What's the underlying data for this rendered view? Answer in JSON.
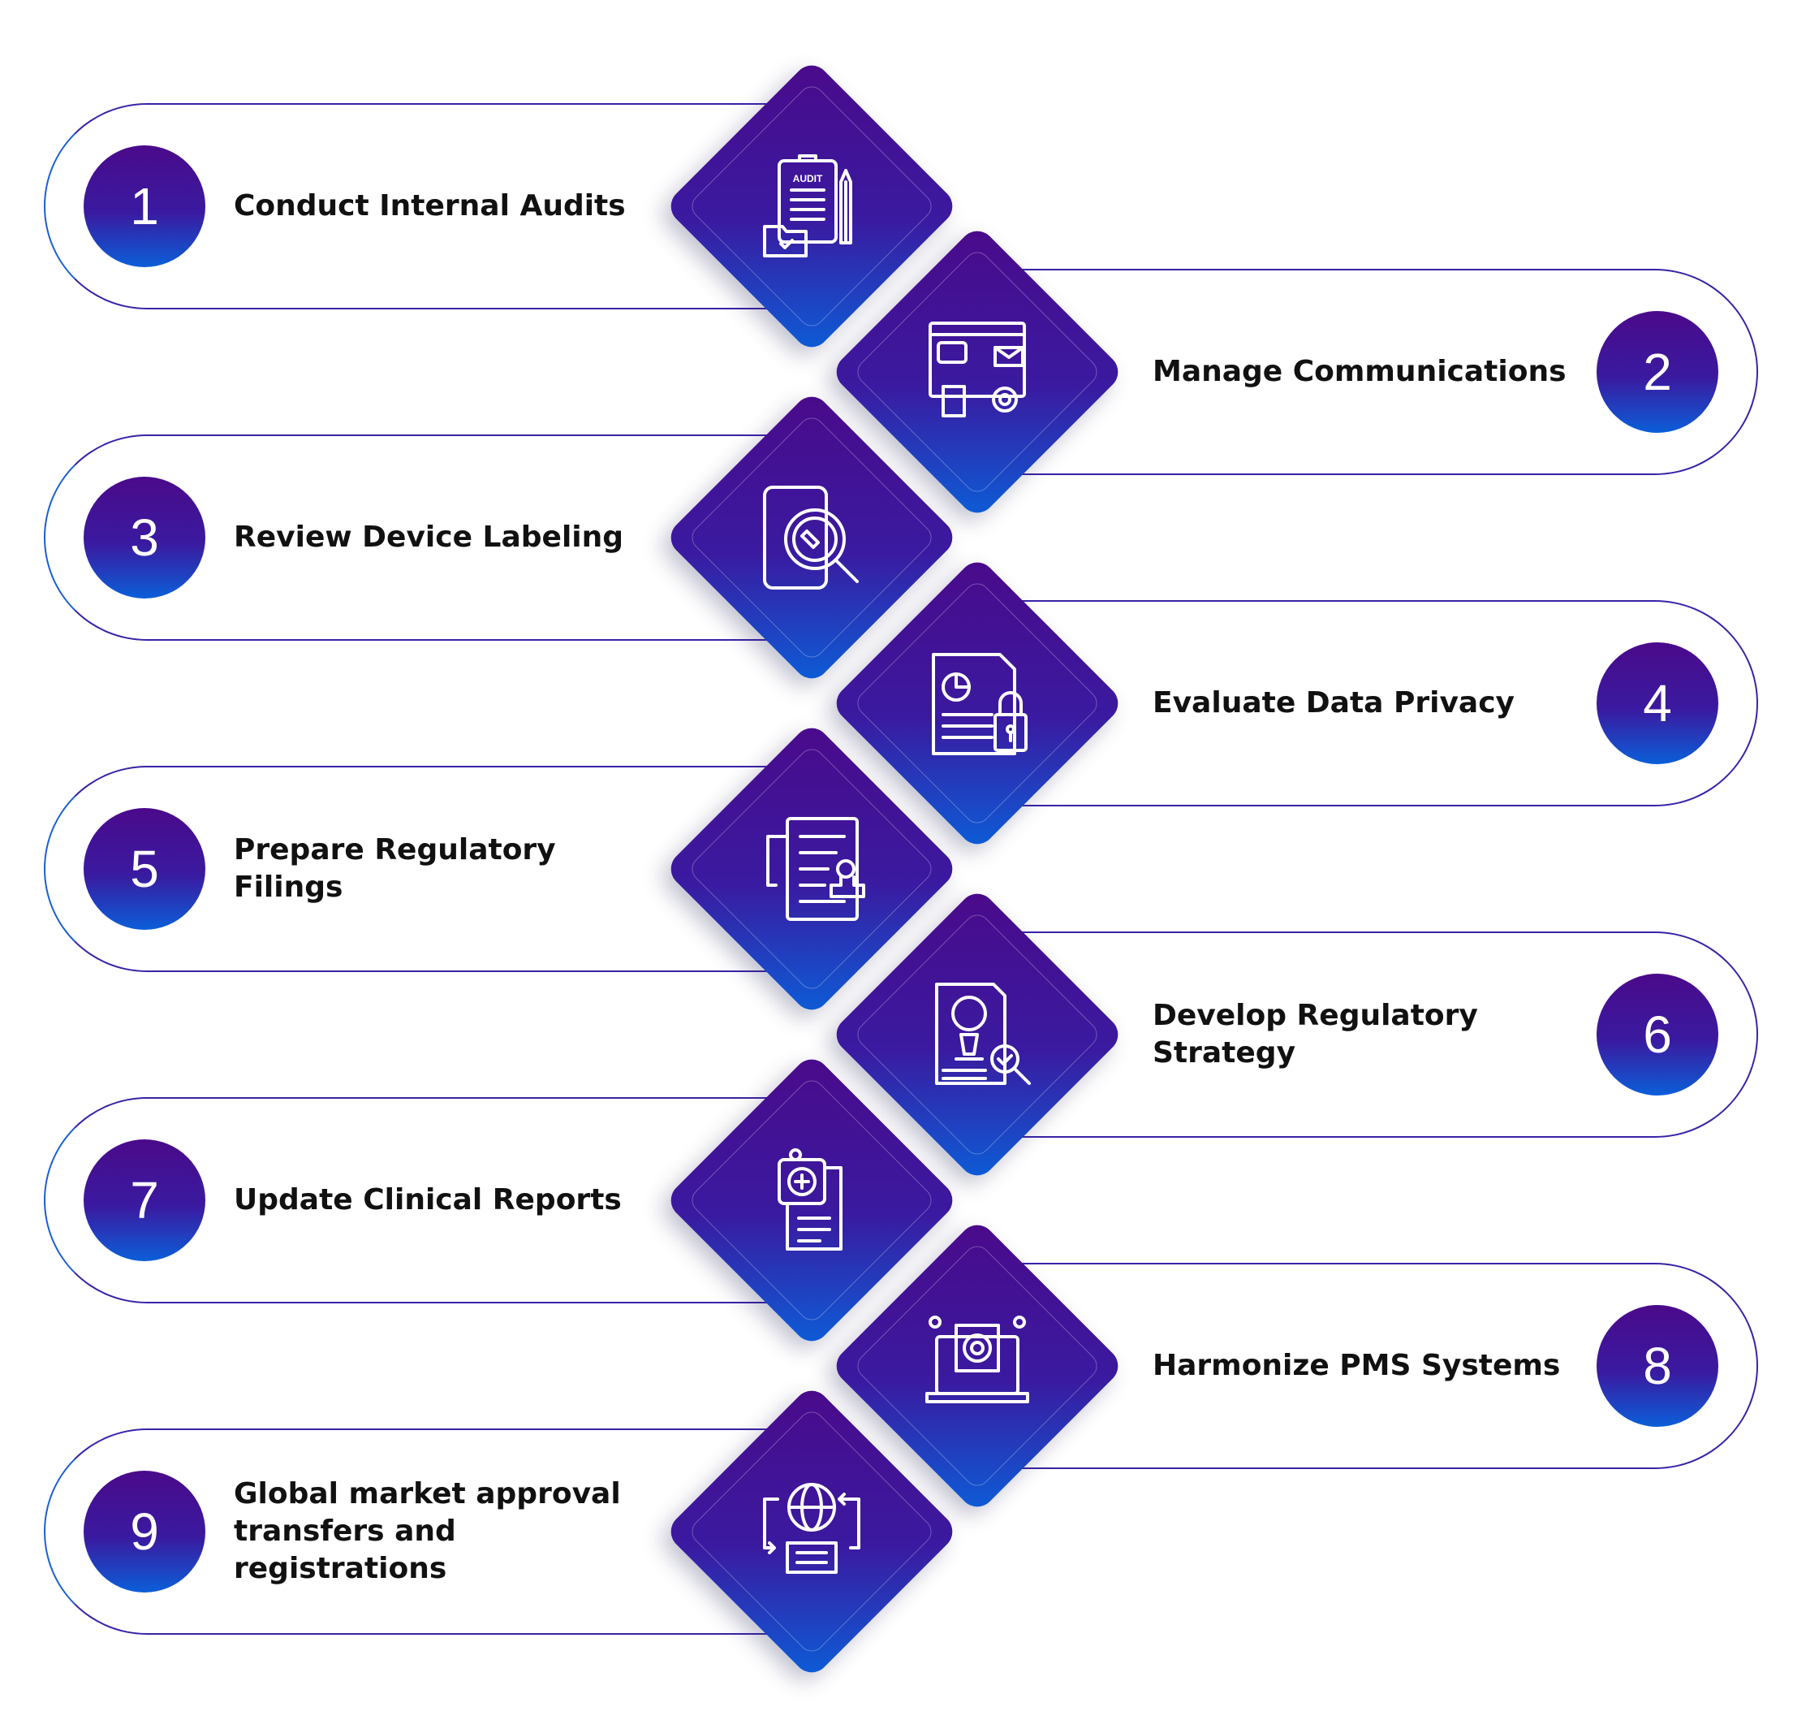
{
  "colors": {
    "gradient_top": "#4a0a8a",
    "gradient_bottom": "#0b5ed8",
    "text": "#111111"
  },
  "steps": [
    {
      "number": "1",
      "label": "Conduct Internal Audits",
      "icon": "audit-clipboard-icon",
      "icon_text": "AUDIT",
      "side": "left"
    },
    {
      "number": "2",
      "label": "Manage Communications",
      "icon": "communications-icon",
      "side": "right"
    },
    {
      "number": "3",
      "label": "Review Device Labeling",
      "icon": "label-search-icon",
      "side": "left"
    },
    {
      "number": "4",
      "label": "Evaluate Data Privacy",
      "icon": "data-privacy-lock-icon",
      "side": "right"
    },
    {
      "number": "5",
      "label": "Prepare Regulatory Filings",
      "icon": "filings-stamp-icon",
      "side": "left"
    },
    {
      "number": "6",
      "label": "Develop Regulatory Strategy",
      "icon": "strategy-chess-icon",
      "side": "right"
    },
    {
      "number": "7",
      "label": "Update Clinical Reports",
      "icon": "clinical-report-icon",
      "side": "left"
    },
    {
      "number": "8",
      "label": "Harmonize PMS Systems",
      "icon": "pms-laptop-icon",
      "side": "right"
    },
    {
      "number": "9",
      "label": "Global market approval transfers and registrations",
      "icon": "global-transfer-icon",
      "side": "left"
    }
  ]
}
